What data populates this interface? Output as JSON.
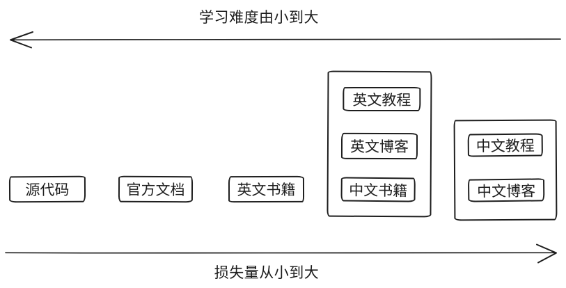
{
  "diagram": {
    "background_color": "#ffffff",
    "stroke_color": "#1e1e1e",
    "top_axis": {
      "label": "学习难度由小到大",
      "arrow_direction": "left"
    },
    "bottom_axis": {
      "label": "损失量从小到大",
      "arrow_direction": "right"
    },
    "standalone_nodes": [
      {
        "label": "源代码"
      },
      {
        "label": "官方文档"
      },
      {
        "label": "英文书籍"
      }
    ],
    "groups": [
      {
        "name": "group-english-and-chinese-books",
        "nodes": [
          {
            "label": "英文教程"
          },
          {
            "label": "英文博客"
          },
          {
            "label": "中文书籍"
          }
        ]
      },
      {
        "name": "group-chinese-tutorials-blogs",
        "nodes": [
          {
            "label": "中文教程"
          },
          {
            "label": "中文博客"
          }
        ]
      }
    ]
  }
}
